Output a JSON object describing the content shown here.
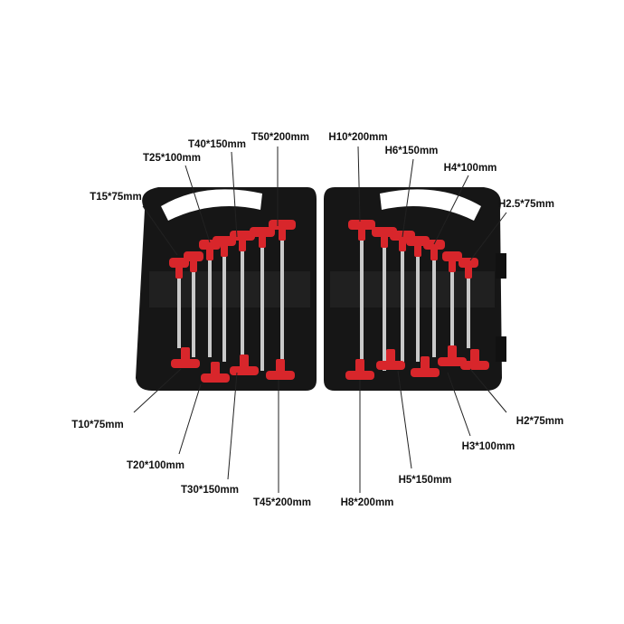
{
  "labels": {
    "t50": "T50*200mm",
    "h10": "H10*200mm",
    "t40": "T40*150mm",
    "h6": "H6*150mm",
    "t25": "T25*100mm",
    "h4": "H4*100mm",
    "t15": "T15*75mm",
    "h25": "H2.5*75mm",
    "t10": "T10*75mm",
    "h2": "H2*75mm",
    "h3": "H3*100mm",
    "t20": "T20*100mm",
    "h5": "H5*150mm",
    "t30": "T30*150mm",
    "t45": "T45*200mm",
    "h8": "H8*200mm"
  },
  "colors": {
    "case": "#141414",
    "handle": "#d8262b",
    "shaft": "#c9c9c9"
  }
}
